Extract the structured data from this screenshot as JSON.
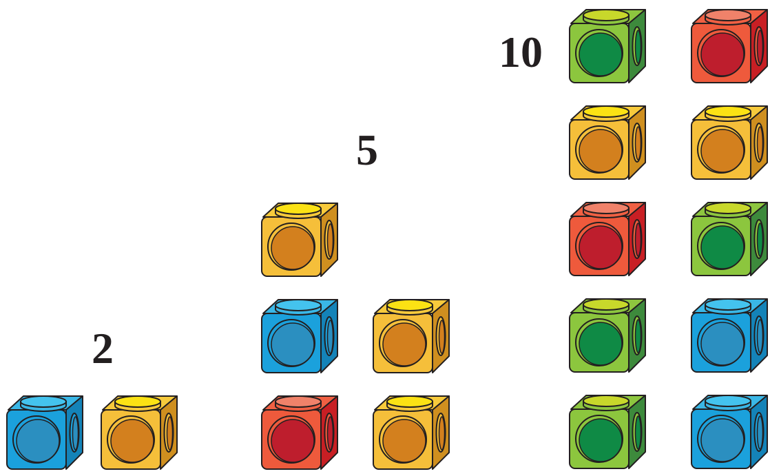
{
  "groups": [
    {
      "label": "2",
      "cube_colors": [
        "blue",
        "yellow"
      ]
    },
    {
      "label": "5",
      "cube_colors": [
        "yellow",
        "blue",
        "yellow",
        "red",
        "yellow"
      ]
    },
    {
      "label": "10",
      "cube_colors": [
        "green",
        "red",
        "yellow",
        "yellow",
        "red",
        "green",
        "green",
        "blue",
        "green",
        "blue"
      ]
    }
  ],
  "palette": {
    "blue": {
      "face": "#1ba1dc",
      "top": "#3ab7e6",
      "side": "#1483b8",
      "circle": "#2b8fc0",
      "boss": "#44c3ee"
    },
    "yellow": {
      "face": "#f5bf3a",
      "top": "#f7ca3c",
      "side": "#cf8f1f",
      "circle": "#d3801e",
      "boss": "#fbe214"
    },
    "red": {
      "face": "#ee5a3c",
      "top": "#f06043",
      "side": "#c81f24",
      "circle": "#be1e2d",
      "boss": "#f0826a"
    },
    "green": {
      "face": "#8cc63e",
      "top": "#8dc63f",
      "side": "#3d8a3c",
      "circle": "#0f8a45",
      "boss": "#c8d82b"
    }
  },
  "outline_color": "#231f20"
}
